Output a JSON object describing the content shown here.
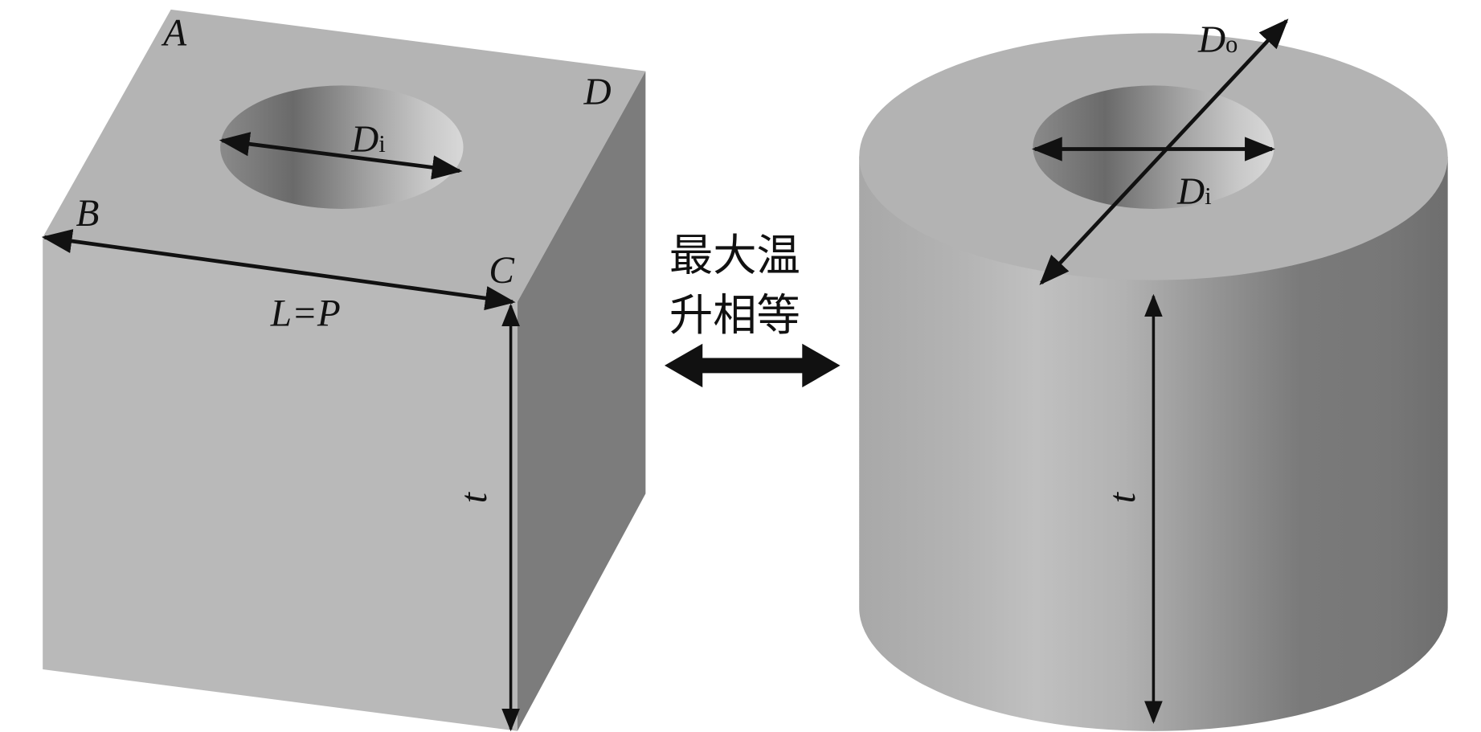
{
  "left_shape": {
    "corners": {
      "a": "A",
      "b": "B",
      "c": "C",
      "d": "D"
    },
    "side_label": "L=P",
    "hole_label": "D",
    "hole_label_sub": "i",
    "height_label": "t"
  },
  "middle": {
    "line1": "最大温",
    "line2": "升相等"
  },
  "right_shape": {
    "outer_label": "D",
    "outer_label_sub": "o",
    "inner_label": "D",
    "inner_label_sub": "i",
    "height_label": "t"
  },
  "colors": {
    "cube_top": "#b4b4b4",
    "cube_front": "#b9b9b9",
    "cube_side": "#7c7c7c",
    "arrow": "#111111"
  }
}
